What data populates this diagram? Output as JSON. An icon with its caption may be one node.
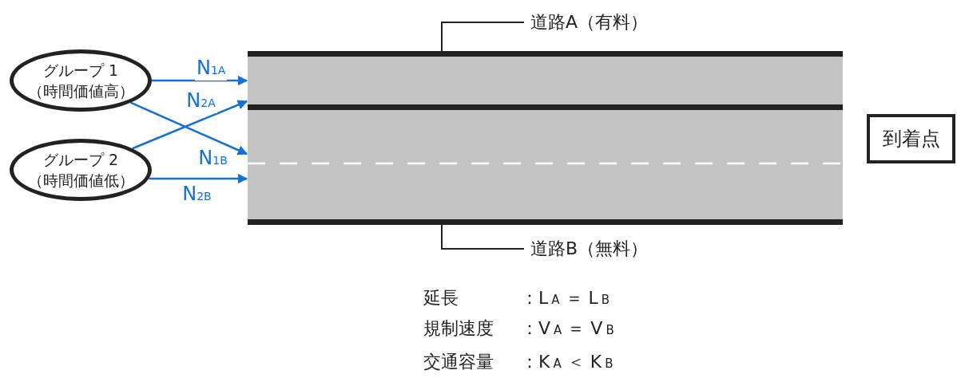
{
  "diagram": {
    "nodes": [
      {
        "text": [
          "グループ 1",
          "（時間価値高）"
        ]
      },
      {
        "text": [
          "グループ 2",
          "（時間価値低）"
        ]
      },
      {
        "text": [],
        "shape": "bar"
      },
      {
        "text": [],
        "shape": "bar"
      },
      {
        "text": [
          "道路A（有料）"
        ]
      },
      {
        "text": [
          "道路B（無料）"
        ]
      },
      {
        "text": [
          "到着点"
        ]
      }
    ],
    "edges": [
      {
        "from": 0,
        "to": 2,
        "arrow": "to",
        "label": "N$_{1A}$"
      },
      {
        "from": 1,
        "to": 2,
        "arrow": "to",
        "label": "N$_{2A}$"
      },
      {
        "from": 0,
        "to": 3,
        "arrow": "to",
        "label": "N$_{1B}$"
      },
      {
        "from": 1,
        "to": 3,
        "arrow": "to",
        "label": "N$_{2B}$"
      },
      {
        "from": 4,
        "to": 2,
        "arrow": "none",
        "color": "#222222"
      },
      {
        "from": 5,
        "to": 3,
        "arrow": "none",
        "color": "#222222"
      }
    ],
    "labels": [
      "延長",
      "：L$_{A}$ ＝ L$_{B}$",
      "規制速度",
      "：V$_{A}$ ＝ V$_{B}$",
      "交通容量",
      "：K$_{A}$ ＜ K$_{B}$"
    ]
  }
}
